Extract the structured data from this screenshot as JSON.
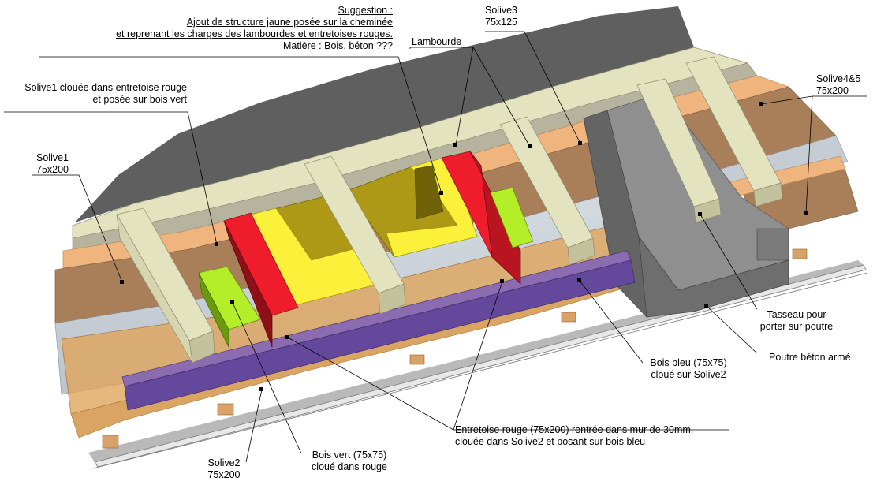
{
  "colors": {
    "roof": "#5f5f5f",
    "cream": "#e4e3bf",
    "cream_side": "#c3c29c",
    "brown": "#a97f5a",
    "salmon": "#f0b47e",
    "slab": "#c5ccd3",
    "orange_beam": "#e0a45a",
    "yellow": "#fbf13a",
    "olive": "#ad9915",
    "red": "#ef1c2c",
    "green": "#b4ee28",
    "purple": "#63489c",
    "grey_beam": "#8f8f8f",
    "grey_dark": "#646464"
  },
  "labels": {
    "suggestion": {
      "title": "Suggestion :",
      "line1": "Ajout de structure jaune posée sur la cheminée",
      "line2": "et reprenant les charges des lambourdes et entretoises rouges.",
      "line3": "Matière : Bois, béton ???"
    },
    "solive3": {
      "name": "Solive3",
      "size": "75x125"
    },
    "lambourde": "Lambourde",
    "solive1_note": {
      "line1": "Solive1 clouée dans entretoise rouge",
      "line2": "et posée sur bois vert"
    },
    "solive1": {
      "name": "Solive1",
      "size": "75x200"
    },
    "solive45": {
      "name": "Solive4&5",
      "size": "75x200"
    },
    "tasseau": {
      "line1": "Tasseau pour",
      "line2": "porter sur poutre"
    },
    "poutre": "Poutre béton armé",
    "bois_bleu": {
      "line1": "Bois bleu (75x75)",
      "line2": "cloué sur Solive2"
    },
    "entretoise": {
      "line1": "Entretoise rouge (75x200) rentrée dans mur de 30mm,",
      "line2": "clouée dans Solive2 et posant sur bois bleu"
    },
    "bois_vert": {
      "line1": "Bois vert (75x75)",
      "line2": "cloué dans rouge"
    },
    "solive2": {
      "name": "Solive2",
      "size": "75x200"
    }
  }
}
